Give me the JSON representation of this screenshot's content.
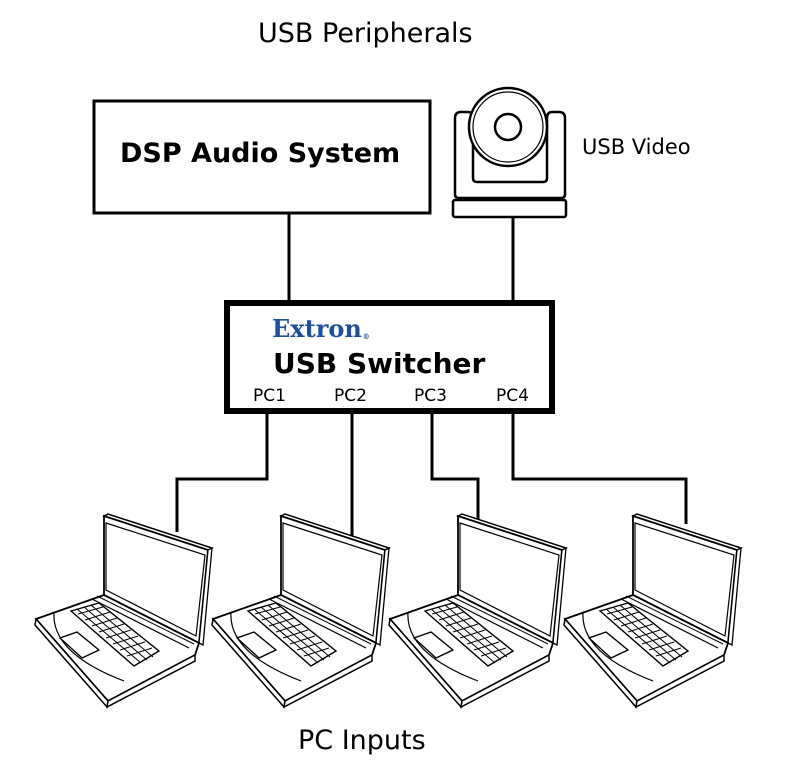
{
  "diagram": {
    "top_title": "USB Peripherals",
    "bottom_title": "PC Inputs",
    "colors": {
      "line": "#000000",
      "brand": "#1f4e9c",
      "background": "#ffffff"
    },
    "peripherals": [
      {
        "id": "dsp",
        "label": "DSP Audio System",
        "icon": "box"
      },
      {
        "id": "camera",
        "label": "USB Video",
        "icon": "ptz-camera-icon"
      }
    ],
    "switcher": {
      "brand": "Extron",
      "brand_mark": "®",
      "label": "USB Switcher",
      "ports": [
        "PC1",
        "PC2",
        "PC3",
        "PC4"
      ]
    },
    "pcs": [
      {
        "port": "PC1",
        "icon": "laptop-icon"
      },
      {
        "port": "PC2",
        "icon": "laptop-icon"
      },
      {
        "port": "PC3",
        "icon": "laptop-icon"
      },
      {
        "port": "PC4",
        "icon": "laptop-icon"
      }
    ]
  }
}
